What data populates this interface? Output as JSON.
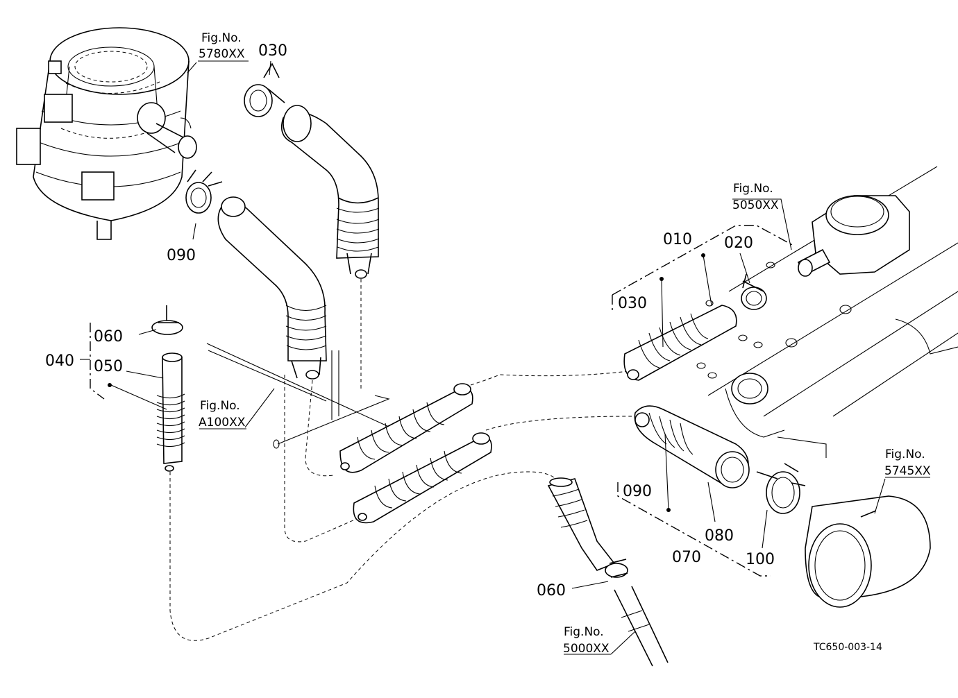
{
  "diagram": {
    "drawing_code": "TC650-003-14",
    "fig_prefix": "Fig.No.",
    "figure_refs": {
      "f5780": "5780XX",
      "f5050": "5050XX",
      "fA100": "A100XX",
      "f5745": "5745XX",
      "f5000": "5000XX"
    },
    "part_labels": {
      "p030_top": "030",
      "p090_left": "090",
      "p060_left": "060",
      "p040": "040",
      "p050": "050",
      "p010": "010",
      "p020": "020",
      "p030_right": "030",
      "p090_right": "090",
      "p080": "080",
      "p070": "070",
      "p100": "100",
      "p060_bottom": "060"
    }
  }
}
